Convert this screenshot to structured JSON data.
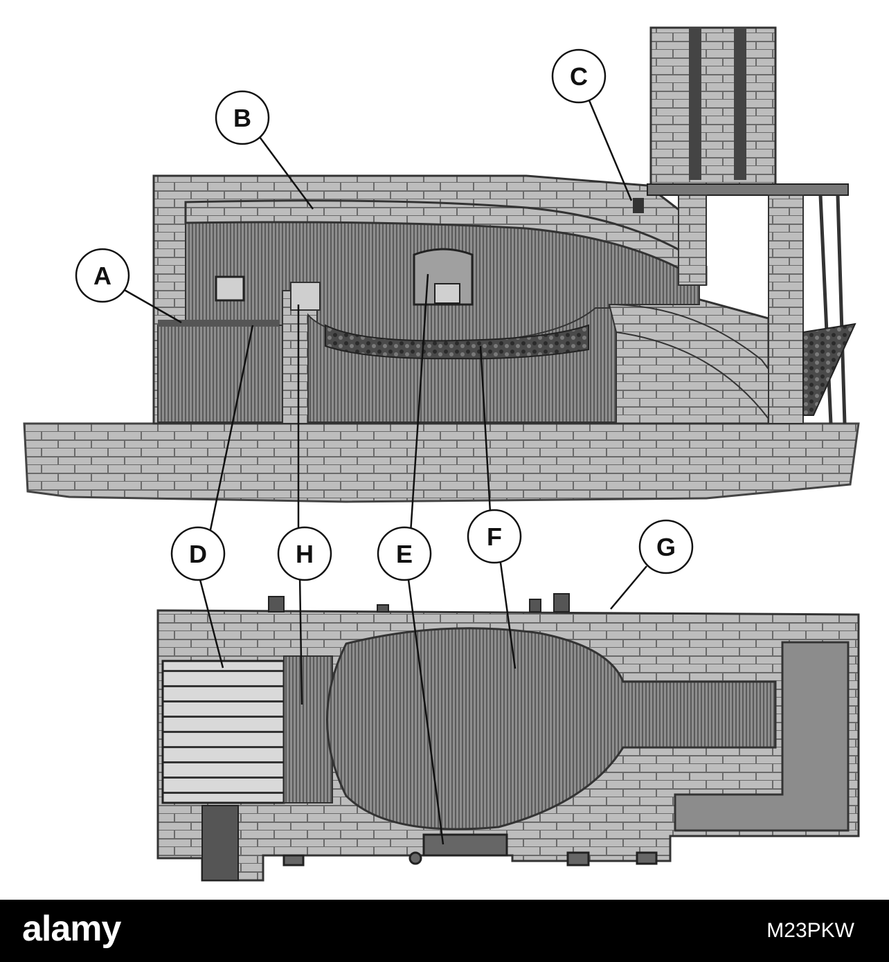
{
  "labels": {
    "A": "A",
    "B": "B",
    "C": "C",
    "D": "D",
    "E": "E",
    "F": "F",
    "G": "G",
    "H": "H"
  },
  "footer": {
    "logo": "alamy",
    "image_code": "M23PKW"
  },
  "colors": {
    "brick": "#b9b9b9",
    "dark": "#6f6f6f",
    "hatch": "#8a8a8a",
    "ink": "#111111",
    "footer_bg": "#000000"
  }
}
